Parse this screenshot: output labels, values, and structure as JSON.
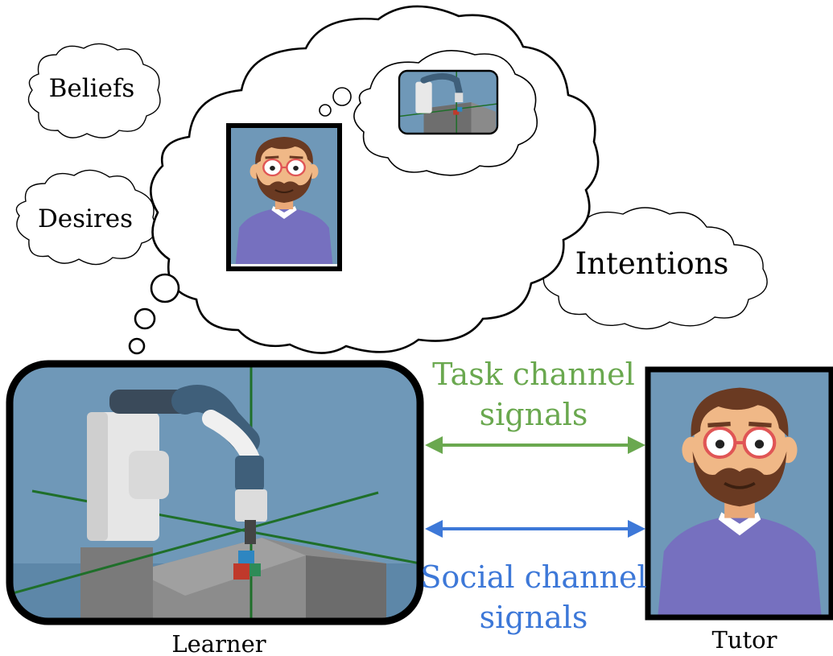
{
  "thoughts": {
    "beliefs": "Beliefs",
    "desires": "Desires",
    "intentions": "Intentions"
  },
  "channels": {
    "task_line1": "Task channel",
    "task_line2": "signals",
    "social_line1": "Social channel",
    "social_line2": "signals"
  },
  "captions": {
    "learner": "Learner",
    "tutor": "Tutor"
  },
  "colors": {
    "task": "#6aa84f",
    "social": "#3d78d8",
    "sky": "#6f98b8",
    "sweater": "#7670bf",
    "skin": "#f0b887",
    "beard": "#6a3a22"
  }
}
